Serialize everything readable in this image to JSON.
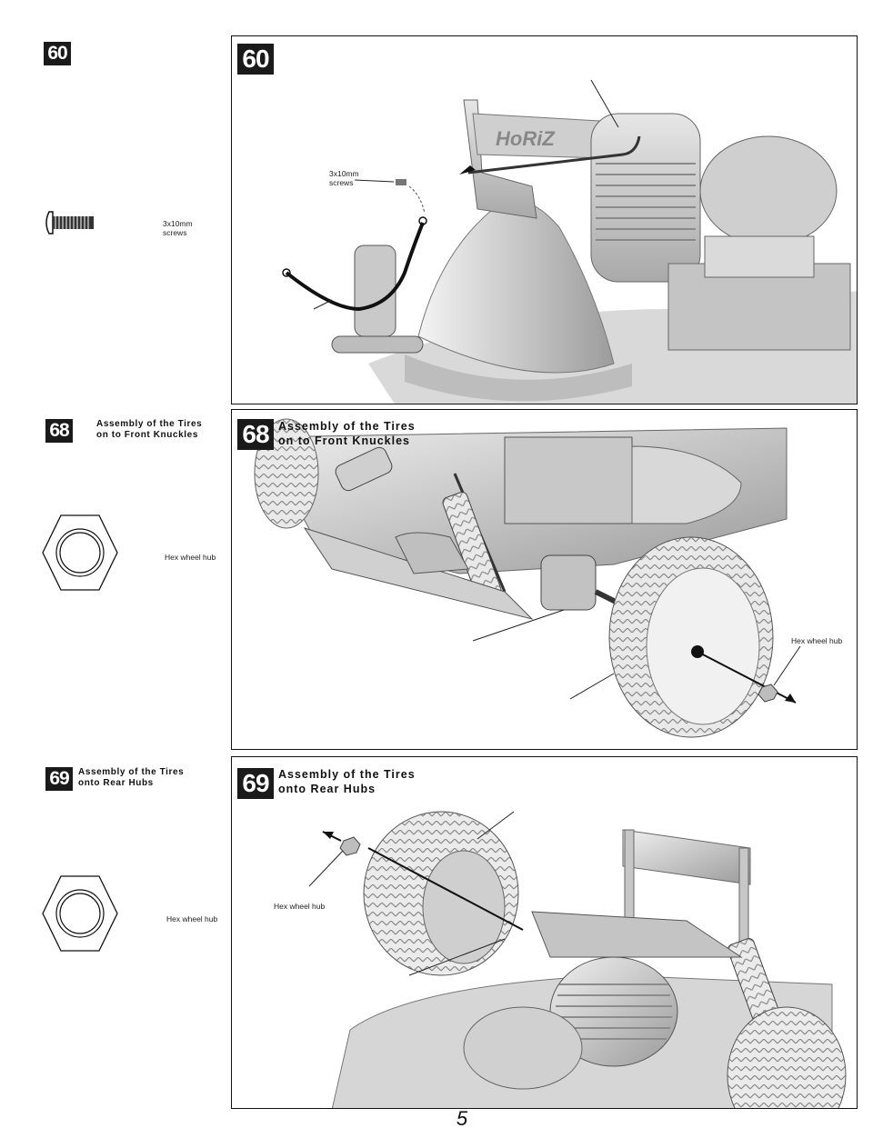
{
  "step60": {
    "number": "60",
    "parts_label_line1": "3x10mm",
    "parts_label_line2": "screws",
    "callout_line1": "3x10mm",
    "callout_line2": "screws"
  },
  "step68": {
    "number": "68",
    "title_line1": "Assembly of the Tires",
    "title_line2": "on to Front Knuckles",
    "parts_label": "Hex wheel hub",
    "callout": "Hex wheel hub"
  },
  "step69": {
    "number": "69",
    "title_line1": "Assembly of the Tires",
    "title_line2": "onto Rear Hubs",
    "parts_title_line1": "Assembly of the Tires",
    "parts_title_line2": "onto Rear Hubs",
    "parts_label": "Hex wheel hub",
    "callout": "Hex wheel hub"
  },
  "page_number": "5",
  "icons": [
    "screw-icon",
    "hex-nut-icon"
  ]
}
